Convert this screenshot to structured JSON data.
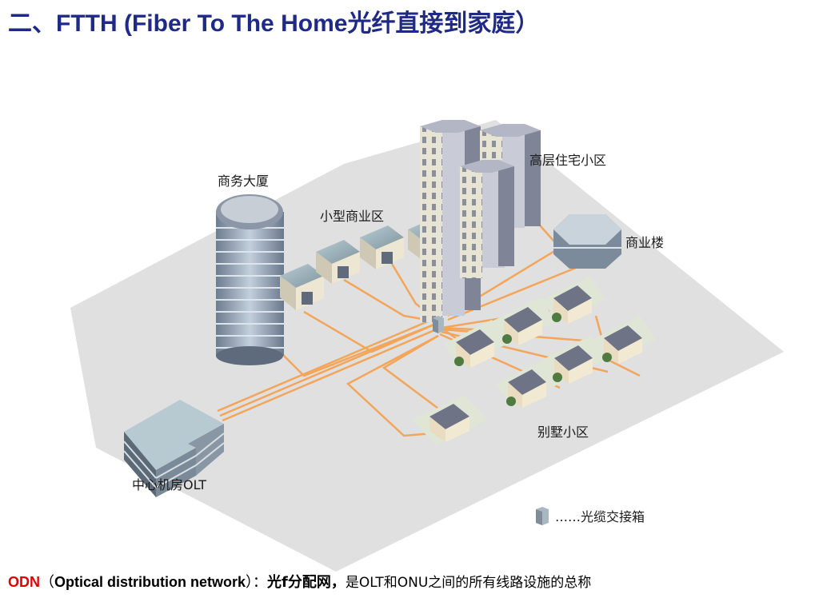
{
  "title": {
    "prefix": "二、",
    "latin": "FTTH (Fiber To The Home",
    "suffix": "光纤直接到家庭）"
  },
  "diagram": {
    "labels": {
      "business_tower": "商务大厦",
      "small_business_area": "小型商业区",
      "highrise_residential": "高层住宅小区",
      "commercial_building": "商业楼",
      "villa_area": "别墅小区",
      "central_office_olt": "中心机房OLT"
    },
    "legend": {
      "text": "……光缆交接箱",
      "icon": "cabinet-icon"
    },
    "colors": {
      "fiber": "#f3a55a",
      "ground": "#e0e0e0",
      "lawn": "#dfe6d6",
      "roof": "#6f7386",
      "tower": "#9fb0c4"
    }
  },
  "footer": {
    "odn": "ODN",
    "open_paren": "（",
    "english": "Optical distribution network",
    "close_paren": "）：",
    "term": "光f分配网，",
    "description": "是OLT和ONU之间的所有线路设施的总称"
  }
}
